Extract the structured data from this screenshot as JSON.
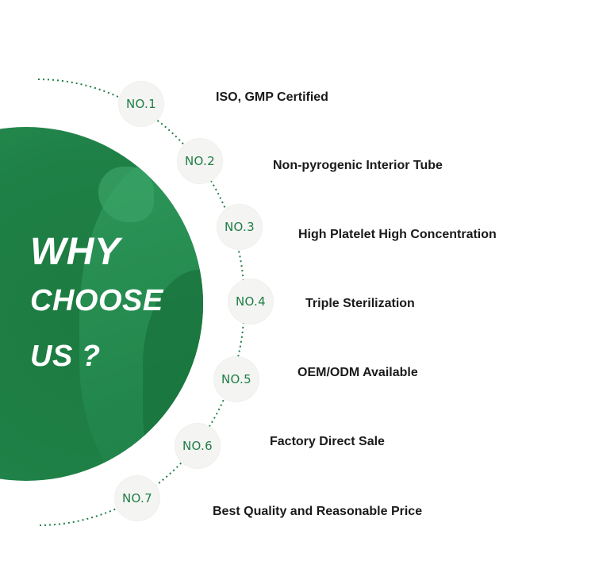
{
  "headline": {
    "line1": "WHY",
    "line2": "CHOOSE",
    "line3": "US ?"
  },
  "accent_color": "#1e7e46",
  "items": [
    {
      "badge": "NO.1",
      "label": "ISO, GMP Certified"
    },
    {
      "badge": "NO.2",
      "label": "Non-pyrogenic Interior Tube"
    },
    {
      "badge": "NO.3",
      "label": "High Platelet High Concentration"
    },
    {
      "badge": "NO.4",
      "label": "Triple Sterilization"
    },
    {
      "badge": "NO.5",
      "label": "OEM/ODM Available"
    },
    {
      "badge": "NO.6",
      "label": "Factory Direct Sale"
    },
    {
      "badge": "NO.7",
      "label": "Best Quality and Reasonable Price"
    }
  ]
}
